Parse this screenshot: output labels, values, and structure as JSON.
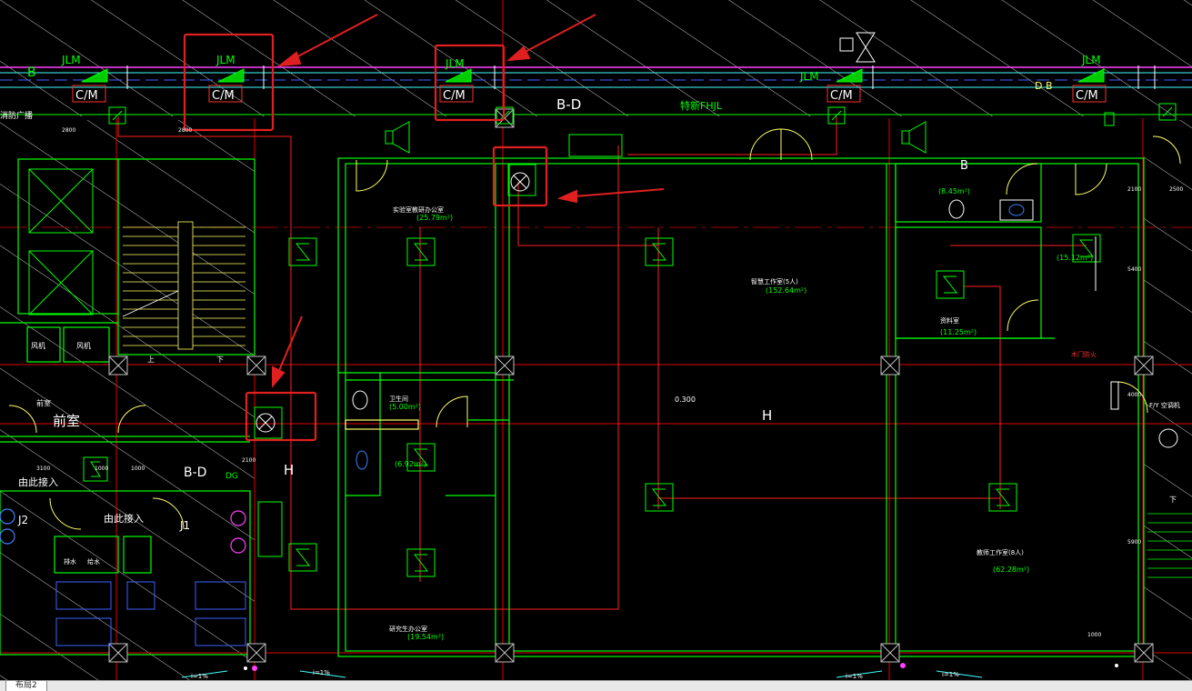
{
  "header": {
    "dampers": [
      "JLM",
      "JLM",
      "JLM",
      "JLM",
      "JLM"
    ],
    "cm": [
      "C/M",
      "C/M",
      "C/M",
      "C/M",
      "C/M"
    ],
    "axis_b": "B",
    "axis_bd": "B-D",
    "pipe_label": "特新FHJL",
    "db_label": "D B",
    "b_right": "B",
    "left_cut": "消防广播"
  },
  "rooms": {
    "r1_name": "实验室教研办公室",
    "r1_area": "(25.79m²)",
    "r2_name": "智慧工作室(5人)",
    "r2_area": "(152.64m²)",
    "r3_area": "(8.45m²)",
    "r4_area": "(15.12m²)",
    "r5_name": "资料室",
    "r5_area": "(11.25m²)",
    "r6_name": "卫生间",
    "r6_area": "(5.00m²)",
    "r7_area": "(6.92m²)",
    "r8_name": "教师工作室(8人)",
    "r8_area": "(62.28m²)",
    "r9_name": "研究生办公室",
    "r9_area": "(19.54m²)",
    "red_note": "木门防火",
    "front_room": "前室",
    "front_small": "前室",
    "entry1": "由此接入",
    "entry2": "由此接入",
    "h_mid": "H",
    "h_left": "H",
    "bd_lower": "B-D",
    "db_lower": "DG",
    "elev": "0.300",
    "stair_up": "上",
    "stair_down": "下",
    "stair_down2": "下",
    "right_note": "F/Y 空调机",
    "slope1": "i=1%",
    "slope2": "i=1%",
    "slope3": "i=1%",
    "slope4": "i=1%",
    "dim1": "2800",
    "dim2": "2800",
    "dim3": "3100",
    "dim4": "1000",
    "dim5": "1000",
    "dim6": "2100",
    "dim7": "5400",
    "dim8": "4000",
    "dim9": "5900",
    "dim10": "2100",
    "dim11": "2500",
    "dim12": "1000",
    "cab1": "风机",
    "cab2": "风机",
    "gl": "J2",
    "gl2": "J1",
    "gl3": "排水",
    "gl4": "给水"
  },
  "tabs": {
    "layout2": "布局2"
  },
  "colors": {
    "bg": "#000000",
    "axis": "#ff0000",
    "wall": "#00ff00",
    "hatch": "#d0d0d0",
    "highlight": "#e02020",
    "text_green": "#00ff00",
    "duct_cyan": "#00ffff",
    "magenta": "#ff00ff",
    "yellow": "#ffff66"
  }
}
